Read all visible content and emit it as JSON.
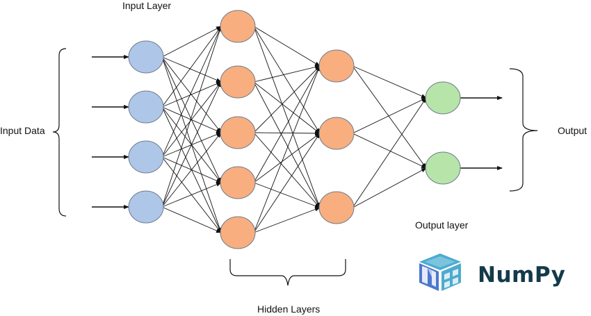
{
  "labels": {
    "input_layer": "Input Layer",
    "input_data": "Input Data",
    "output": "Output",
    "output_layer": "Output layer",
    "hidden_layers": "Hidden Layers"
  },
  "logo": {
    "text": "NumPy",
    "icon": "numpy-cube-icon",
    "colors": {
      "primary": "#4dabcf",
      "secondary": "#4d77cf",
      "text": "#143a4a"
    }
  },
  "network": {
    "layers": [
      {
        "name": "input",
        "nodes": 4,
        "color": "#aec7e8"
      },
      {
        "name": "hidden-1",
        "nodes": 5,
        "color": "#f8ae7f"
      },
      {
        "name": "hidden-2",
        "nodes": 3,
        "color": "#f8ae7f"
      },
      {
        "name": "output",
        "nodes": 2,
        "color": "#b7e4a9"
      }
    ],
    "edge_color": "#111111",
    "node_border": "#6c7a89"
  }
}
